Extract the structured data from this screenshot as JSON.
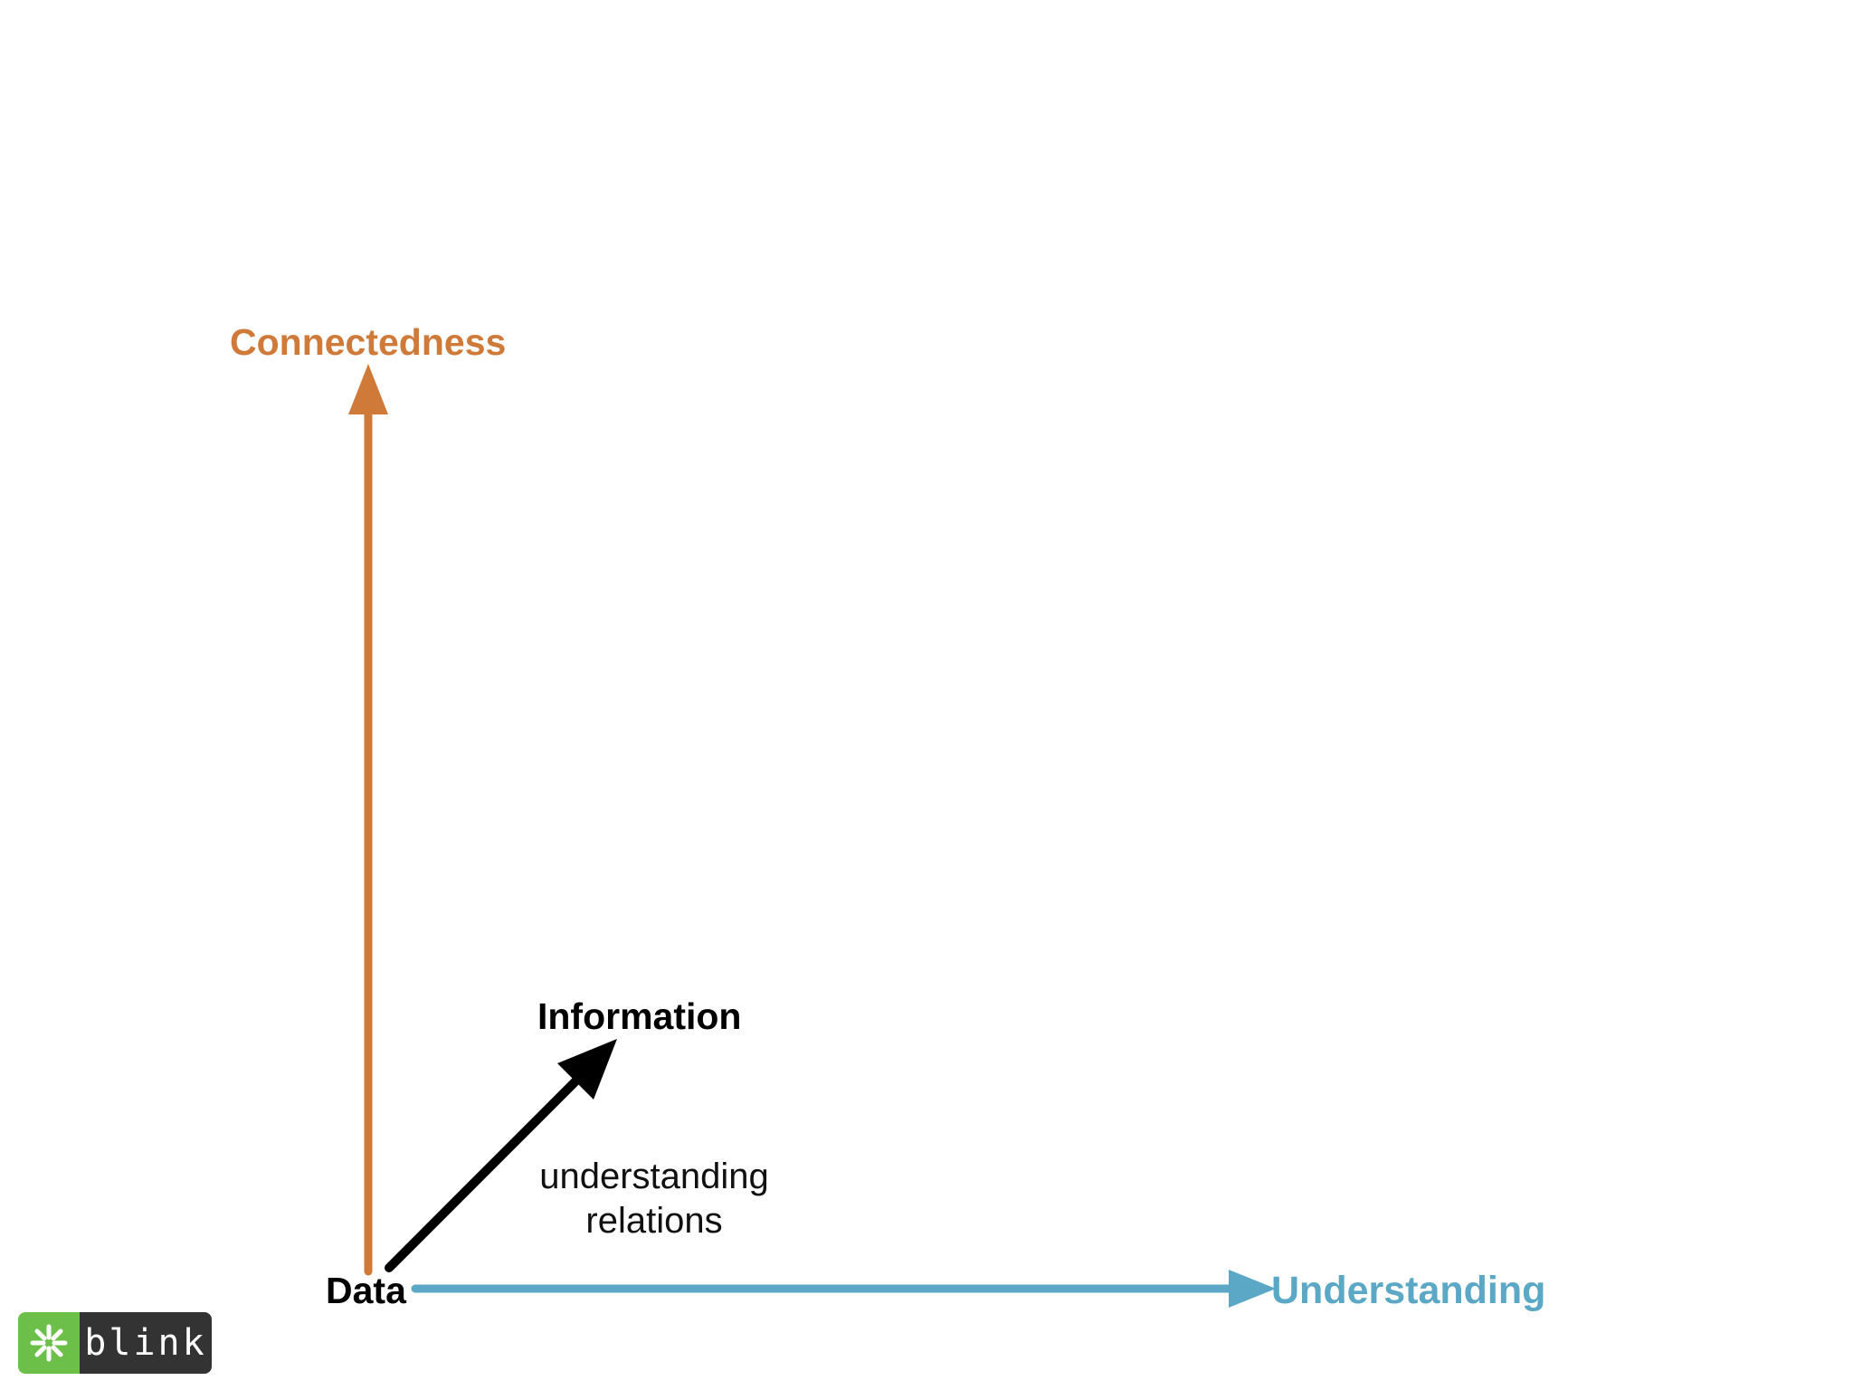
{
  "colors": {
    "connectedness": "#d07a3a",
    "understanding": "#5aa7c6",
    "information": "#000000",
    "data": "#000000",
    "logo_green": "#6cc04a",
    "logo_dark": "#333333"
  },
  "labels": {
    "connectedness": "Connectedness",
    "information": "Information",
    "understanding_relations": "understanding\nrelations",
    "data": "Data",
    "understanding": "Understanding"
  },
  "logo": {
    "text": "blink",
    "icon": "asterisk-flower-icon"
  }
}
